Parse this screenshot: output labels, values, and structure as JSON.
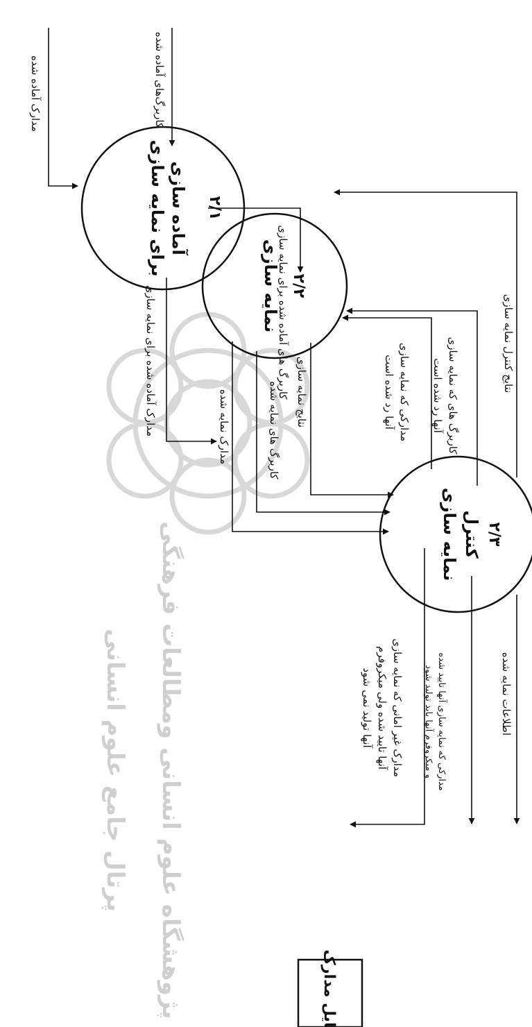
{
  "processes": [
    {
      "id": "2/1",
      "number": "۲/۱",
      "title_lines": [
        "آماده سازی",
        "برای نمایه سازی"
      ]
    },
    {
      "id": "2/2",
      "number": "۲/۲",
      "title_lines": [
        "نمایه سازی"
      ]
    },
    {
      "id": "2/3",
      "number": "۲/۳",
      "title_lines": [
        "کنترل",
        "نمایه سازی"
      ]
    }
  ],
  "store": {
    "label": "فایل مدارک"
  },
  "flows": {
    "in_docs": "مدارک آماده شده",
    "in_worksheets": "کاربرگ‌های آماده شده",
    "docs_ready_for_indexing": "مدارک آماده شده برای نمایه سازی",
    "worksheets_ready_for_indexing": "کاربرگ های آماده شده برای نمایه سازی",
    "indexed_docs": "مدارک نمایه شده",
    "indexed_worksheets": "کاربرگ های نمایه شده",
    "indexing_results": "نتایج نمایه سازی",
    "rejected_docs_lines": [
      "مدارکی که نمایه سازی",
      "آنها رد شده است"
    ],
    "rejected_worksheets_lines": [
      "کاربرگ های که نمایه سازی",
      "آنها رد شده است"
    ],
    "control_results": "نتایج کنترل نمایه سازی",
    "non_loan_docs_lines": [
      "مدارک غیر امانی که نمایه سازی",
      "آنها تایید شده ولی میکروفرم",
      "آنها تولید نمی شود"
    ],
    "approved_microform_lines": [
      "مدارکی که نمایه سازی آنها تایید شده",
      "و میکروفرم آنها باید تولید شود"
    ],
    "indexed_info": "اطلاعات نمایه شده"
  },
  "watermark": {
    "line1": "پژوهشگاه علوم انسانی ومطالعات فرهنگی",
    "line2": "پرتال جامع علوم انسانی"
  }
}
